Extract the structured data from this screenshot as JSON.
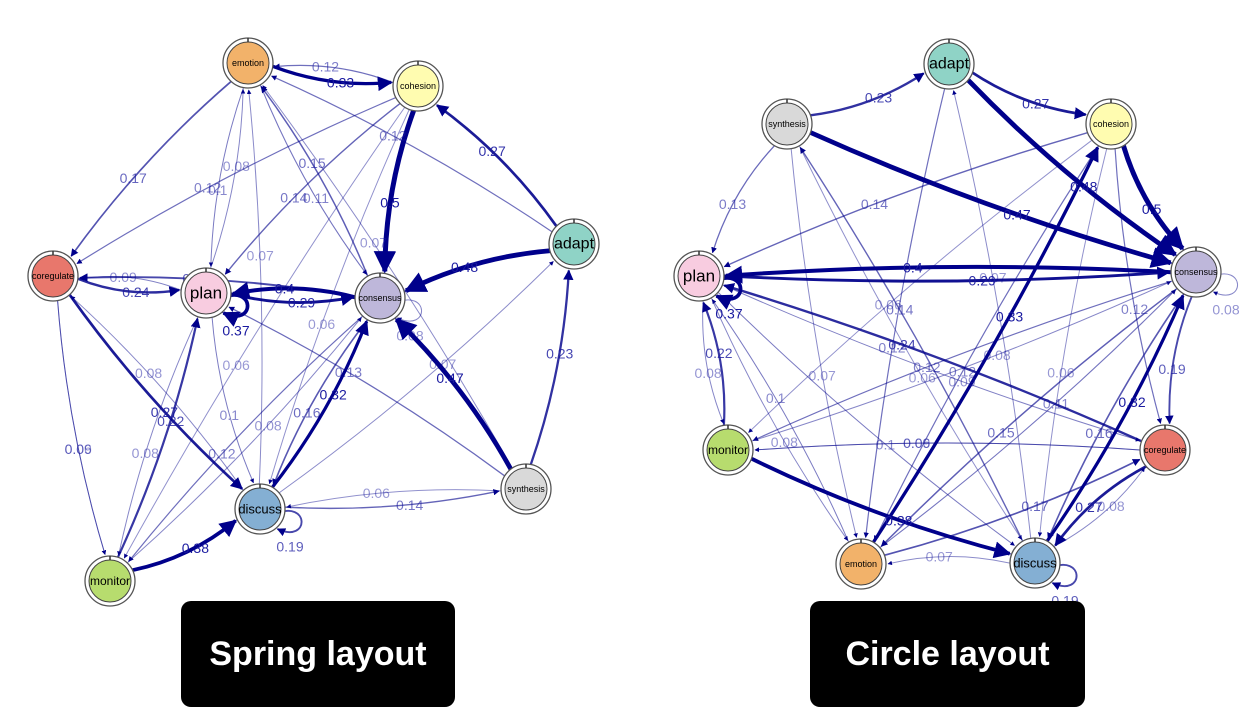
{
  "captions": {
    "spring": "Spring layout",
    "circle": "Circle layout"
  },
  "nodes": [
    {
      "id": "emotion",
      "label": "emotion",
      "color": "#F2B26A"
    },
    {
      "id": "cohesion",
      "label": "cohesion",
      "color": "#FFFCB0"
    },
    {
      "id": "adapt",
      "label": "adapt",
      "color": "#8FD3C6"
    },
    {
      "id": "coregulate",
      "label": "coregulate",
      "color": "#E8776C"
    },
    {
      "id": "plan",
      "label": "plan",
      "color": "#F8CCE0"
    },
    {
      "id": "consensus",
      "label": "consensus",
      "color": "#BEB7DA"
    },
    {
      "id": "discuss",
      "label": "discuss",
      "color": "#84AFD3"
    },
    {
      "id": "synthesis",
      "label": "synthesis",
      "color": "#D9D9D9"
    },
    {
      "id": "monitor",
      "label": "monitor",
      "color": "#B7DC6E"
    }
  ],
  "edges": [
    {
      "from": "cohesion",
      "to": "emotion",
      "weight": "0.12"
    },
    {
      "from": "emotion",
      "to": "cohesion",
      "weight": "0.33"
    },
    {
      "from": "emotion",
      "to": "coregulate",
      "weight": "0.17"
    },
    {
      "from": "plan",
      "to": "emotion",
      "weight": "0.08"
    },
    {
      "from": "emotion",
      "to": "plan",
      "weight": "0.1"
    },
    {
      "from": "consensus",
      "to": "emotion",
      "weight": "0.15"
    },
    {
      "from": "emotion",
      "to": "consensus",
      "weight": "0.11"
    },
    {
      "from": "discuss",
      "to": "emotion",
      "weight": "0.07"
    },
    {
      "from": "cohesion",
      "to": "coregulate",
      "weight": "0.12"
    },
    {
      "from": "cohesion",
      "to": "plan",
      "weight": "0.14"
    },
    {
      "from": "cohesion",
      "to": "consensus",
      "weight": "0.5"
    },
    {
      "from": "adapt",
      "to": "cohesion",
      "weight": "0.27"
    },
    {
      "from": "adapt",
      "to": "emotion",
      "weight": "0.12"
    },
    {
      "from": "adapt",
      "to": "consensus",
      "weight": "0.48"
    },
    {
      "from": "synthesis",
      "to": "adapt",
      "weight": "0.23"
    },
    {
      "from": "discuss",
      "to": "adapt",
      "weight": "0.07"
    },
    {
      "from": "coregulate",
      "to": "plan",
      "weight": "0.24"
    },
    {
      "from": "plan",
      "to": "coregulate",
      "weight": "0.09"
    },
    {
      "from": "consensus",
      "to": "coregulate",
      "weight": "0.19"
    },
    {
      "from": "coregulate",
      "to": "discuss",
      "weight": "0.27"
    },
    {
      "from": "coregulate",
      "to": "monitor",
      "weight": "0.06"
    },
    {
      "from": "discuss",
      "to": "coregulate",
      "weight": "0.08"
    },
    {
      "from": "consensus",
      "to": "plan",
      "weight": "0.4"
    },
    {
      "from": "plan",
      "to": "consensus",
      "weight": "0.29"
    },
    {
      "from": "plan",
      "to": "plan",
      "weight": "0.37"
    },
    {
      "from": "synthesis",
      "to": "plan",
      "weight": "0.13"
    },
    {
      "from": "plan",
      "to": "discuss",
      "weight": "0.1"
    },
    {
      "from": "monitor",
      "to": "plan",
      "weight": "0.22"
    },
    {
      "from": "plan",
      "to": "monitor",
      "weight": "0.08"
    },
    {
      "from": "consensus",
      "to": "consensus",
      "weight": "0.08"
    },
    {
      "from": "synthesis",
      "to": "consensus",
      "weight": "0.47"
    },
    {
      "from": "discuss",
      "to": "consensus",
      "weight": "0.32"
    },
    {
      "from": "consensus",
      "to": "discuss",
      "weight": "0.16"
    },
    {
      "from": "monitor",
      "to": "consensus",
      "weight": "0.08"
    },
    {
      "from": "discuss",
      "to": "discuss",
      "weight": "0.19"
    },
    {
      "from": "discuss",
      "to": "synthesis",
      "weight": "0.14"
    },
    {
      "from": "synthesis",
      "to": "discuss",
      "weight": "0.06"
    },
    {
      "from": "monitor",
      "to": "discuss",
      "weight": "0.38"
    },
    {
      "from": "coregulate",
      "to": "monitor",
      "weight": "0.09"
    },
    {
      "from": "cohesion",
      "to": "monitor",
      "weight": "0.06"
    },
    {
      "from": "synthesis",
      "to": "emotion",
      "weight": "0.07"
    },
    {
      "from": "cohesion",
      "to": "discuss",
      "weight": "0.06"
    },
    {
      "from": "consensus",
      "to": "monitor",
      "weight": "0.12"
    }
  ]
}
